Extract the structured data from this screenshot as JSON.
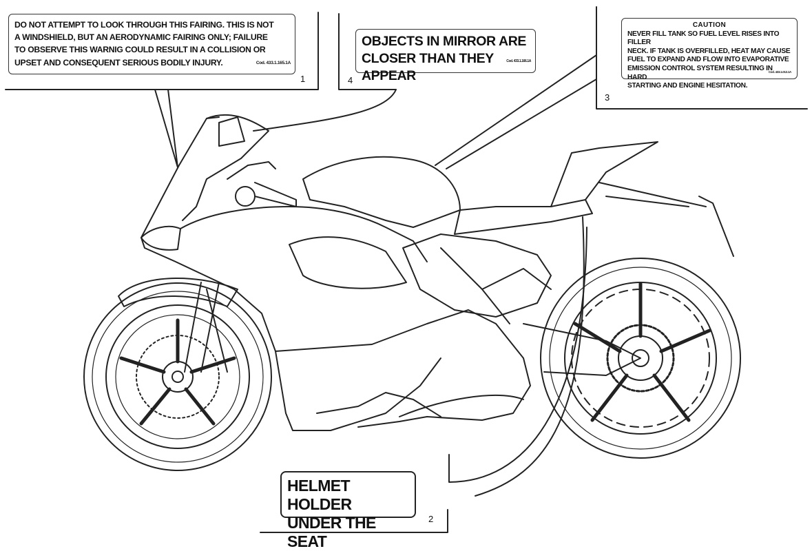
{
  "labels": {
    "fairing_warning": {
      "number": "1",
      "lines": [
        "DO NOT ATTEMPT TO LOOK THROUGH THIS FAIRING. THIS IS NOT",
        "A WINDSHIELD, BUT AN AERODYNAMIC FAIRING ONLY; FAILURE",
        "TO OBSERVE THIS WARNIG COULD RESULT IN A COLLISION OR",
        "UPSET AND CONSEQUENT SERIOUS BODILY INJURY."
      ],
      "code": "Cod. 433.1.165.1A"
    },
    "helmet_holder": {
      "number": "2",
      "lines": [
        "HELMET HOLDER",
        "UNDER THE SEAT"
      ]
    },
    "fuel_caution": {
      "number": "3",
      "title": "CAUTION",
      "lines": [
        "NEVER FILL TANK SO FUEL LEVEL RISES INTO FILLER",
        "NECK. IF TANK IS OVERFILLED, HEAT MAY CAUSE",
        "FUEL TO EXPAND AND FLOW INTO EVAPORATIVE",
        "EMISSION CONTROL SYSTEM RESULTING IN HARD",
        "STARTING AND ENGINE HESITATION."
      ],
      "code": "Cod. 433.1.012.1A"
    },
    "mirror_warning": {
      "number": "4",
      "lines": [
        "OBJECTS IN MIRROR ARE",
        "CLOSER THAN THEY APPEAR"
      ],
      "code": "Cod. 433.1.166.1A"
    }
  }
}
